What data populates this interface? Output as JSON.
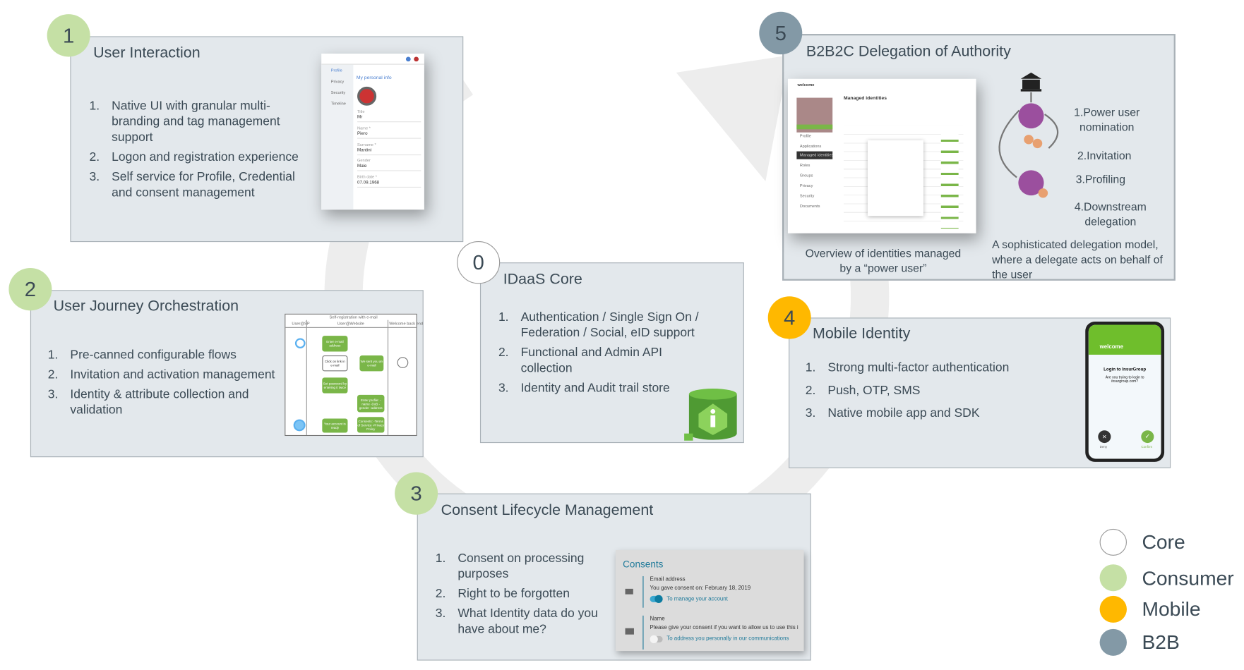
{
  "colors": {
    "core": "#ffffff",
    "consumer": "#c5e0a5",
    "mobile": "#ffb800",
    "b2b": "#8399a6",
    "panel": "#e3e8ec",
    "text": "#3b4a55"
  },
  "sections": {
    "user_interaction": {
      "badge": "1",
      "title": "User Interaction",
      "items": [
        {
          "n": "1.",
          "text": "Native UI with granular multi-branding and tag management support"
        },
        {
          "n": "2.",
          "text": "Logon and registration experience"
        },
        {
          "n": "3.",
          "text": "Self service for Profile, Credential and consent management"
        }
      ],
      "screenshot": {
        "menu": [
          "Profile",
          "Privacy",
          "Security",
          "Timeline"
        ],
        "heading": "My personal info",
        "fields": [
          {
            "label": "Title",
            "value": "Mr"
          },
          {
            "label": "Name *",
            "value": "Piero"
          },
          {
            "label": "Surname *",
            "value": "Mantini"
          },
          {
            "label": "Gender",
            "value": "Male"
          },
          {
            "label": "Birth date *",
            "value": "07.09.1968"
          }
        ]
      }
    },
    "journey": {
      "badge": "2",
      "title": "User Journey Orchestration",
      "items": [
        {
          "n": "1.",
          "text": "Pre-canned configurable flows"
        },
        {
          "n": "2.",
          "text": "Invitation and activation management"
        },
        {
          "n": "3.",
          "text": "Identity & attribute collection and validation"
        }
      ],
      "diagram": {
        "title": "Self-registration with e-mail",
        "lanes": [
          "User@SP",
          "User@Website",
          "Welcome back end"
        ],
        "steps": [
          "Enter e-mail address",
          "We sent you an e-mail",
          "Click on link in e-mail",
          "Set password by entering it twice",
          "Enter profile: -name -DoB -gender -address",
          "Consents: -Terms of Service -Privacy Policy",
          "Your account is ready"
        ]
      }
    },
    "core": {
      "badge": "0",
      "title": "IDaaS Core",
      "items": [
        {
          "n": "1.",
          "text": "Authentication / Single Sign On / Federation / Social, eID support"
        },
        {
          "n": "2.",
          "text": "Functional and Admin API collection"
        },
        {
          "n": "3.",
          "text": "Identity and Audit trail store"
        }
      ]
    },
    "consent": {
      "badge": "3",
      "title": "Consent Lifecycle Management",
      "items": [
        {
          "n": "1.",
          "text": "Consent on processing purposes"
        },
        {
          "n": "2.",
          "text": "Right to be forgotten"
        },
        {
          "n": "3.",
          "text": "What Identity data do you have about me?"
        }
      ],
      "panel": {
        "title": "Consents",
        "rows": [
          {
            "label": "Email address",
            "desc": "You gave consent on: February 18, 2019",
            "purpose": "To manage your account",
            "enabled": true
          },
          {
            "label": "Name",
            "desc": "Please give your consent if you want to allow us to use this i",
            "purpose": "To address you personally in our communications",
            "enabled": false
          }
        ]
      }
    },
    "mobile": {
      "badge": "4",
      "title": "Mobile Identity",
      "items": [
        {
          "n": "1.",
          "text": "Strong multi-factor authentication"
        },
        {
          "n": "2.",
          "text": "Push, OTP, SMS"
        },
        {
          "n": "3.",
          "text": "Native mobile app and SDK"
        }
      ],
      "phone": {
        "brand": "welcome",
        "heading": "Login to InsurGroup",
        "question": "Are you trying to login to insurgroup.com?",
        "deny": "Deny",
        "confirm": "Confirm"
      }
    },
    "b2b": {
      "badge": "5",
      "title": "B2B2C Delegation of Authority",
      "steps": [
        "1.Power user nomination",
        "2.Invitation",
        "3.Profiling",
        "4.Downstream delegation"
      ],
      "caption_left": "Overview of identities managed by a “power user”",
      "caption_right": "A sophisticated delegation model, where a delegate acts on behalf of the user",
      "screenshot": {
        "brand": "welcome",
        "heading": "Managed identities",
        "menu": [
          "Profile",
          "Applications",
          "Managed identities",
          "Roles",
          "Groups",
          "Privacy",
          "Security",
          "Documents"
        ]
      }
    }
  },
  "legend": [
    {
      "label": "Core"
    },
    {
      "label": "Consumer"
    },
    {
      "label": "Mobile"
    },
    {
      "label": "B2B"
    }
  ]
}
